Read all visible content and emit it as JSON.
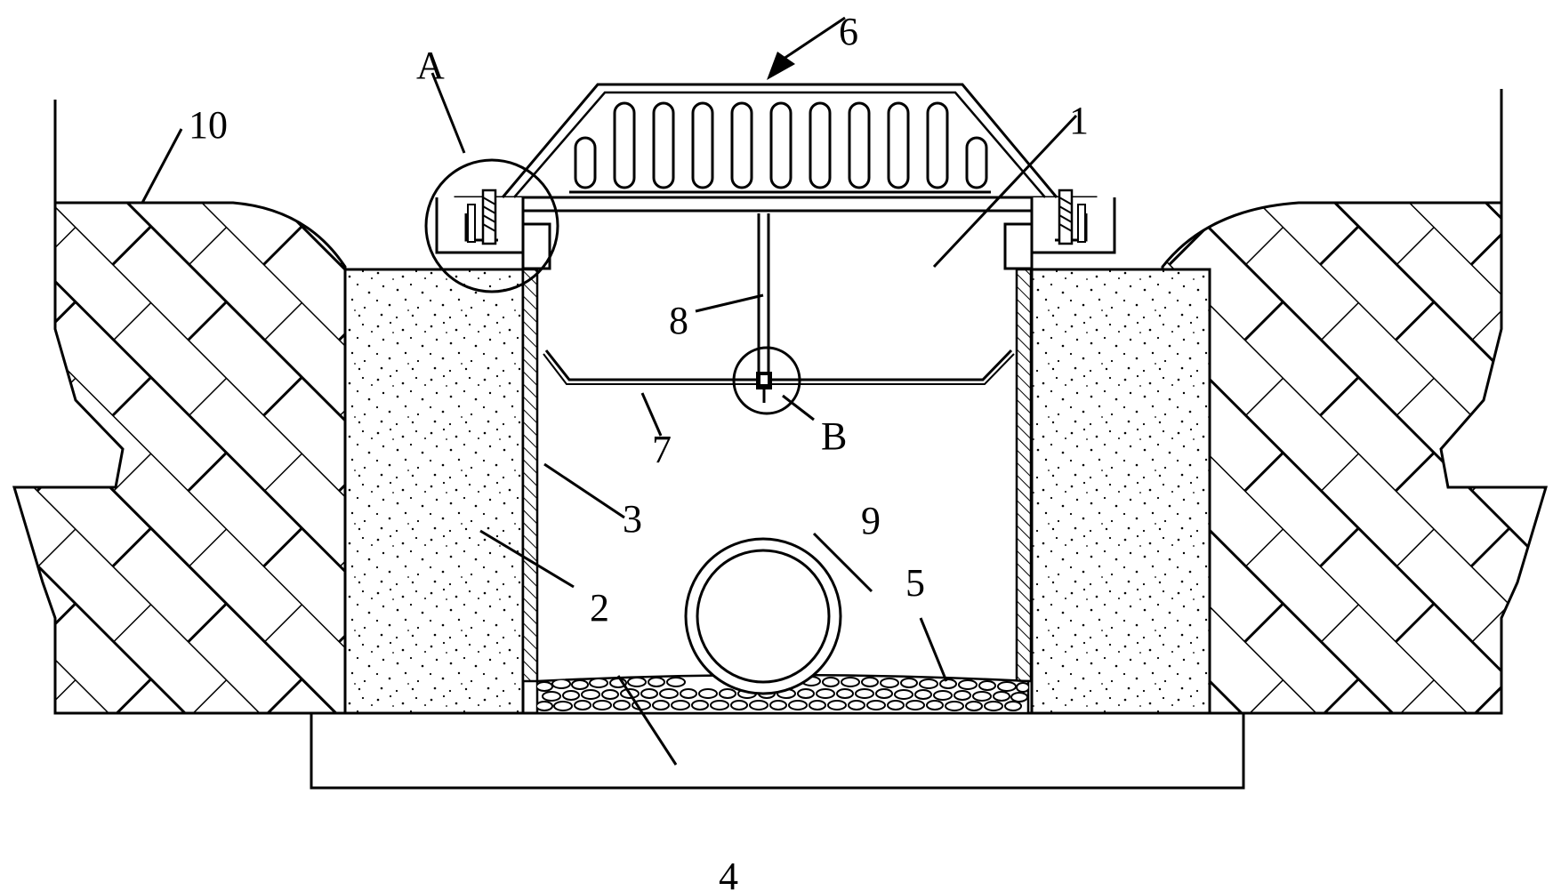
{
  "diagram": {
    "labels": {
      "l1": "1",
      "l2": "2",
      "l3": "3",
      "l4": "4",
      "l5": "5",
      "l6": "6",
      "l7": "7",
      "l8": "8",
      "l9": "9",
      "l10": "10",
      "lA": "A",
      "lB": "B"
    }
  }
}
